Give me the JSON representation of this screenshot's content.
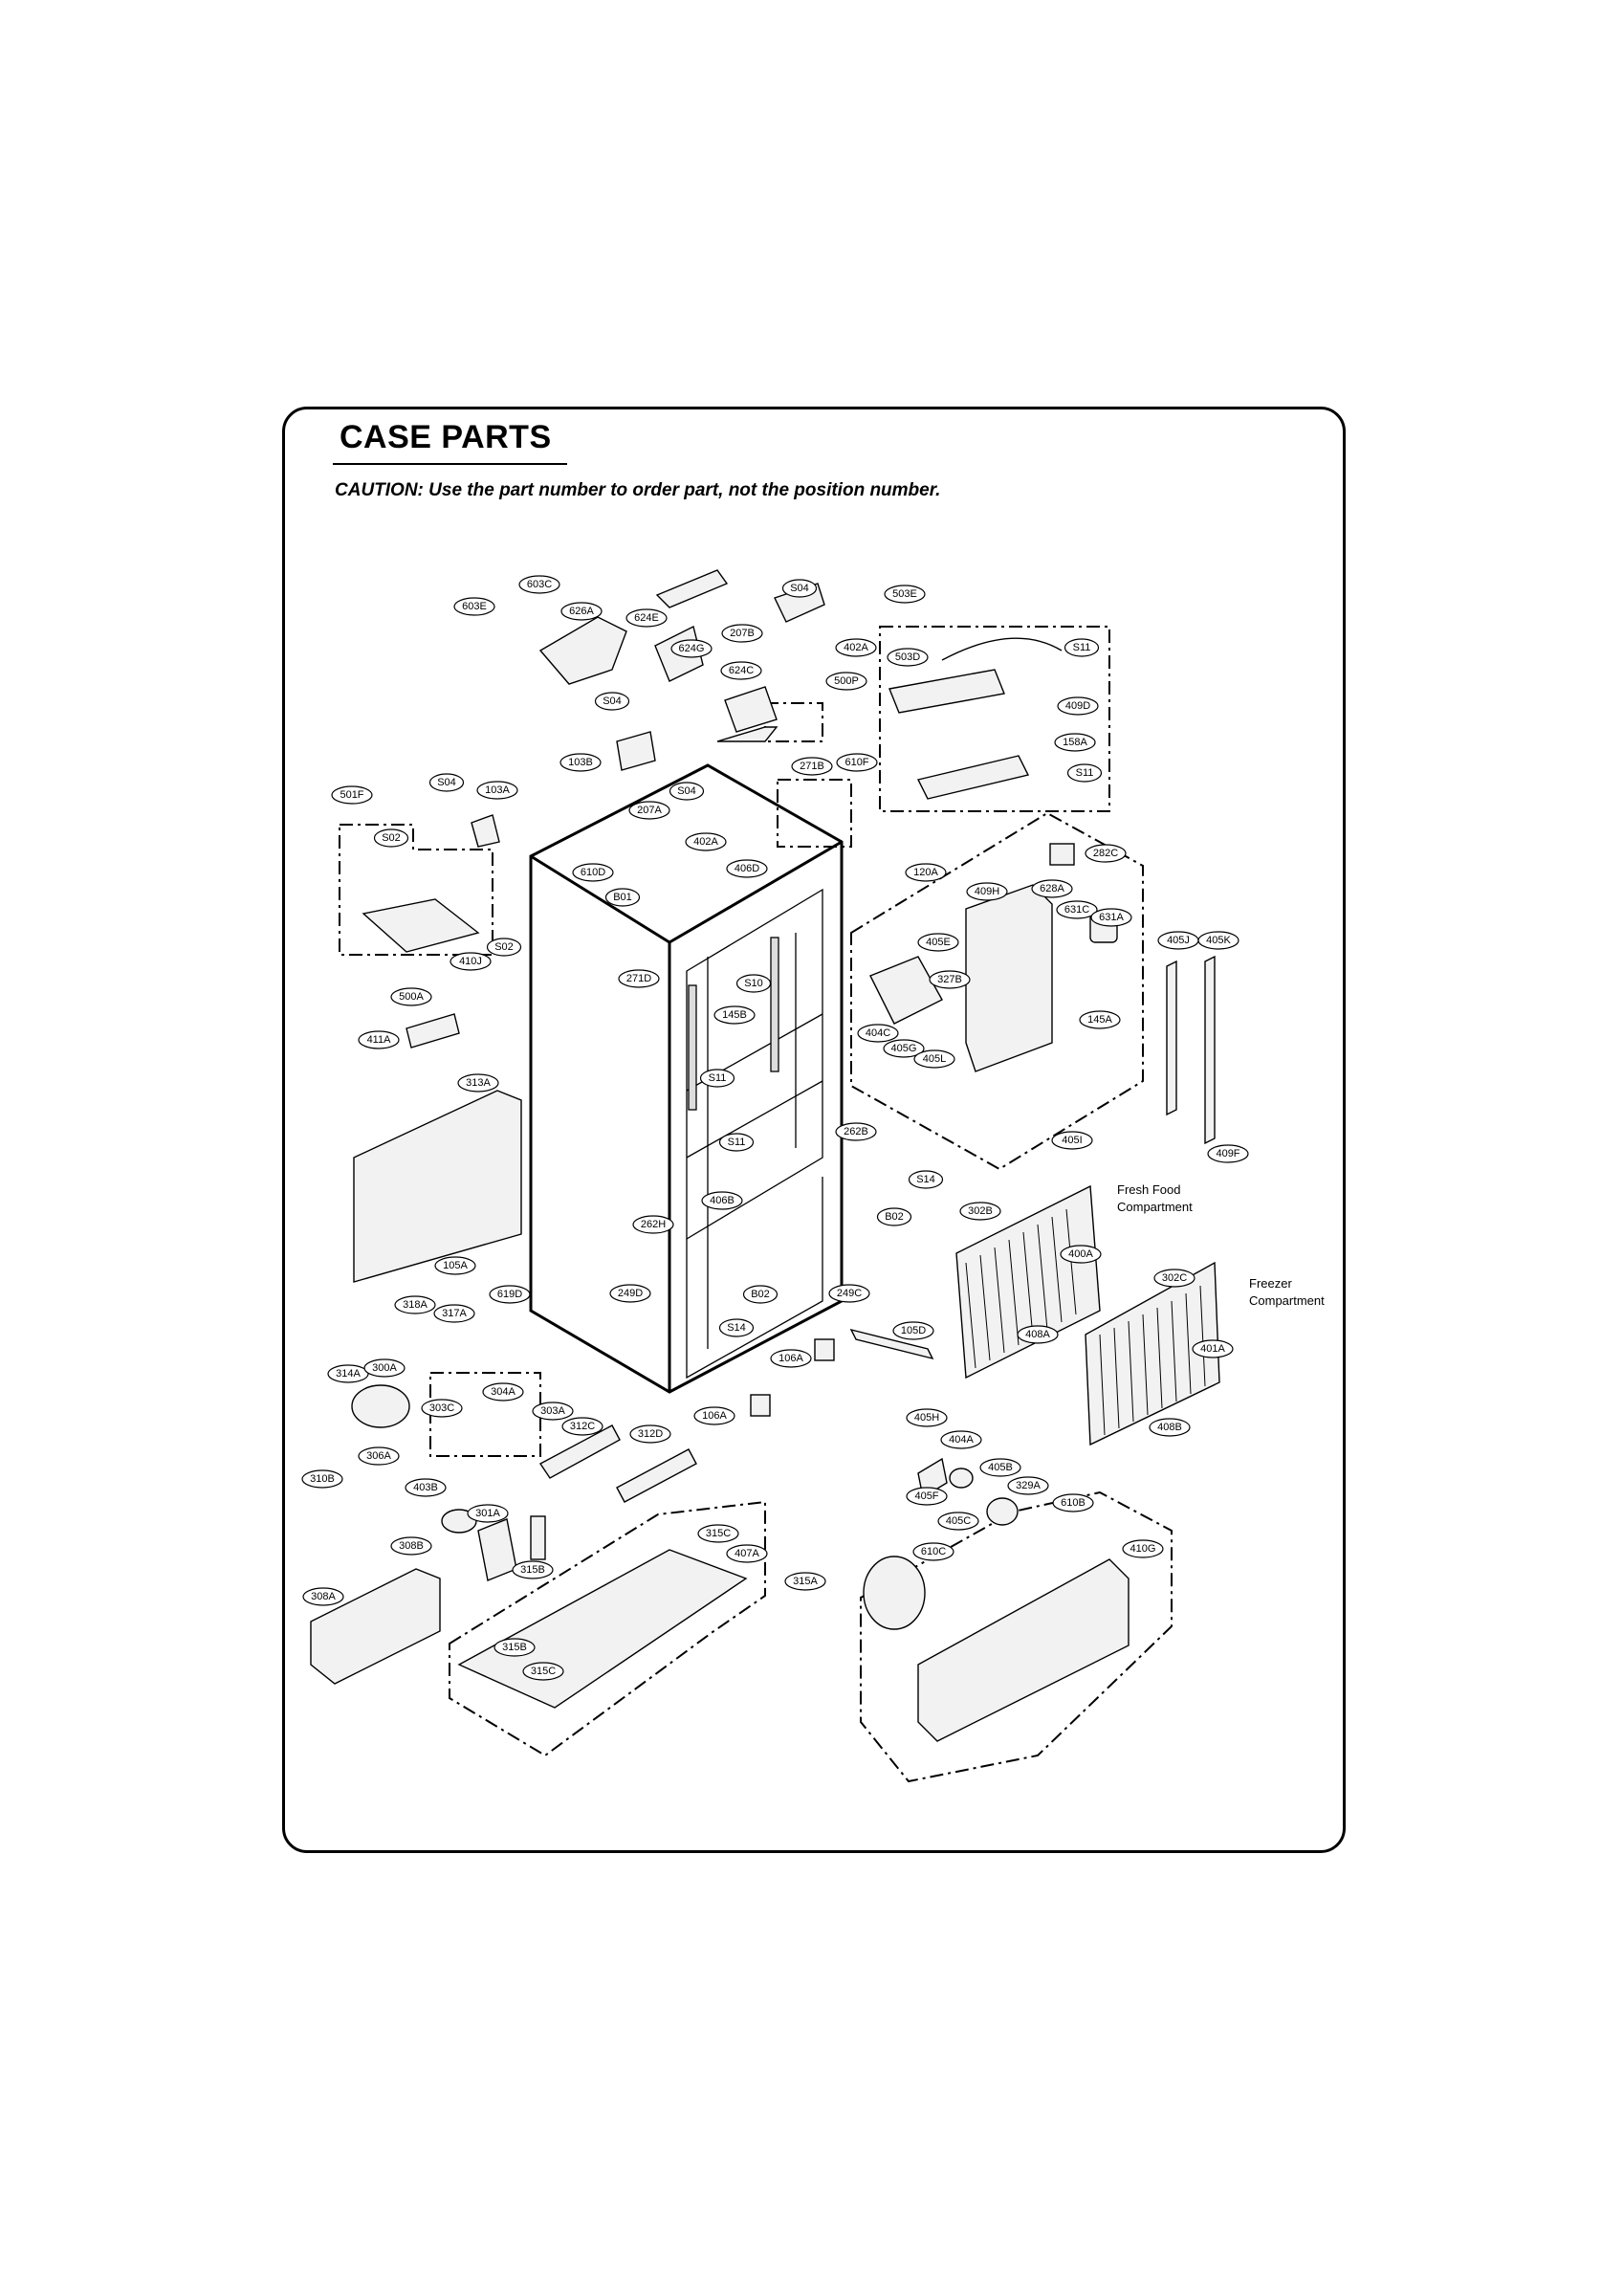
{
  "header": {
    "title": "CASE PARTS",
    "caution": "CAUTION: Use the part number to order part, not the position number."
  },
  "captions": {
    "fresh_food_line1": "Fresh Food",
    "fresh_food_line2": "Compartment",
    "freezer_line1": "Freezer",
    "freezer_line2": "Compartment"
  },
  "part_labels": [
    "603C",
    "603E",
    "626A",
    "624E",
    "S04",
    "207B",
    "402A",
    "503E",
    "503D",
    "S11",
    "624G",
    "624C",
    "500P",
    "S04",
    "409D",
    "158A",
    "103B",
    "271B",
    "610F",
    "S11",
    "501F",
    "S04",
    "103A",
    "S04",
    "207A",
    "S02",
    "402A",
    "282C",
    "120A",
    "610D",
    "406D",
    "409H",
    "628A",
    "631C",
    "631A",
    "B01",
    "S02",
    "405E",
    "405J",
    "405K",
    "410J",
    "271D",
    "S10",
    "327B",
    "500A",
    "145B",
    "145A",
    "404C",
    "405G",
    "411A",
    "405L",
    "S11",
    "313A",
    "405I",
    "S11",
    "262B",
    "409F",
    "S14",
    "B02",
    "406B",
    "262H",
    "302B",
    "400A",
    "105A",
    "302C",
    "619D",
    "249D",
    "B02",
    "249C",
    "318A",
    "317A",
    "S14",
    "105D",
    "408A",
    "401A",
    "106A",
    "314A",
    "300A",
    "304A",
    "303C",
    "303A",
    "312C",
    "312D",
    "106A",
    "408B",
    "306A",
    "405H",
    "404A",
    "310B",
    "405B",
    "403B",
    "329A",
    "405F",
    "610B",
    "301A",
    "405C",
    "308B",
    "315B",
    "315C",
    "407A",
    "610C",
    "410G",
    "315A",
    "308A",
    "315B",
    "315C"
  ]
}
